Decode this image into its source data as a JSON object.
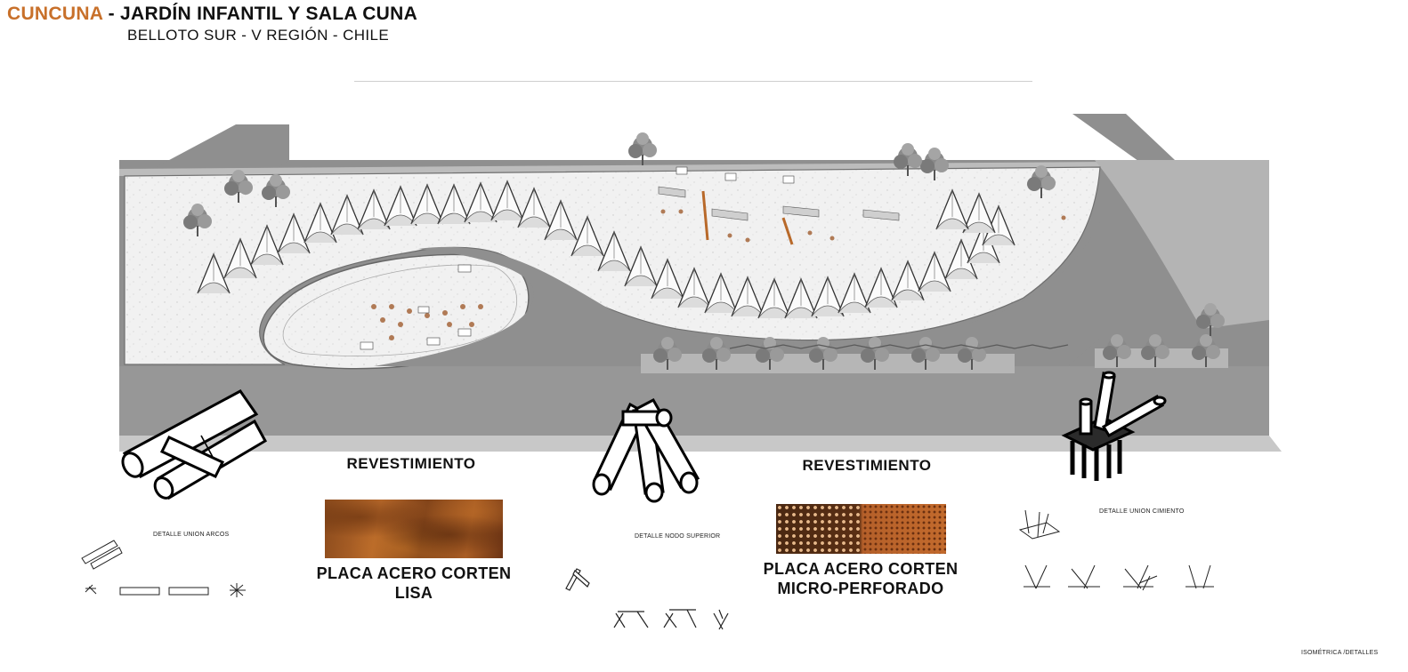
{
  "title": {
    "brand": "CUNCUNA",
    "rest": " - JARDÍN INFANTIL Y SALA CUNA"
  },
  "subtitle": "BELLOTO SUR - V REGIÓN - CHILE",
  "panels": [
    {
      "heading": "REVESTIMIENTO",
      "material_line1": "PLACA ACERO CORTEN",
      "material_line2": "LISA",
      "swatch_color": "#a95d24"
    },
    {
      "heading": "REVESTIMIENTO",
      "material_line1": "PLACA ACERO CORTEN",
      "material_line2": "MICRO-PERFORADO",
      "swatch_color": "#c26a2c"
    }
  ],
  "details": {
    "arcos": {
      "label": "DETALLE UNION ARCOS"
    },
    "nodo": {
      "label": "DETALLE NODO SUPERIOR"
    },
    "cimiento": {
      "label": "DETALLE UNION CIMIENTO"
    }
  },
  "footer": "ISOMÉTRICA /DETALLES",
  "colors": {
    "brand": "#c8702a",
    "road": "#8f8f8f",
    "sidewalk": "#b9b9b9",
    "site": "#f2f2f2",
    "corten": "#b8692a"
  }
}
